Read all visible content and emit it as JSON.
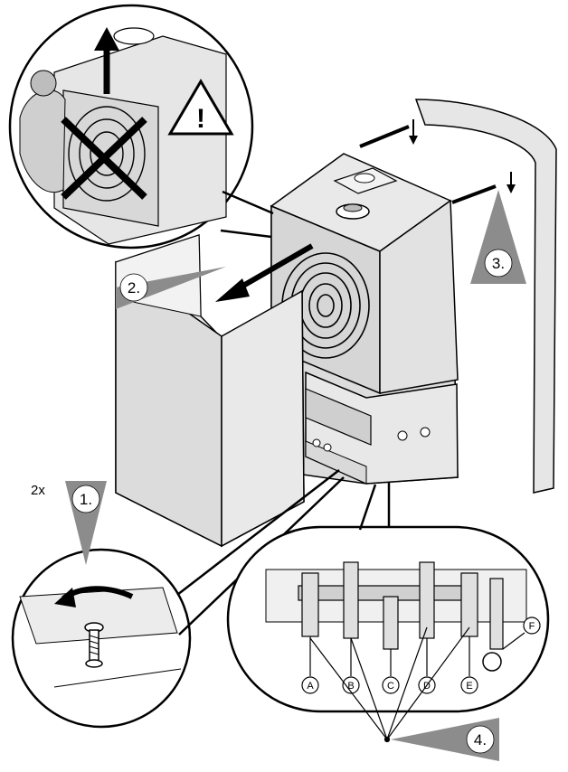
{
  "steps": [
    {
      "label": "1."
    },
    {
      "label": "2."
    },
    {
      "label": "3."
    },
    {
      "label": "4."
    }
  ],
  "multiplier": "2x",
  "warning_symbol": "!",
  "connections": [
    "A",
    "B",
    "C",
    "D",
    "E",
    "F"
  ],
  "icons": {
    "warning": "warning-triangle-icon",
    "prohibited": "prohibited-x-icon",
    "lift_arrow": "up-arrow-icon",
    "pull_arrow": "pull-arrow-icon",
    "turn_arrow": "counterclockwise-arrow-icon",
    "screw": "screw-icon"
  },
  "colors": {
    "line": "#000000",
    "panel": "#e6e6e6",
    "step_marker": "#8c8c8c",
    "background": "#ffffff"
  }
}
